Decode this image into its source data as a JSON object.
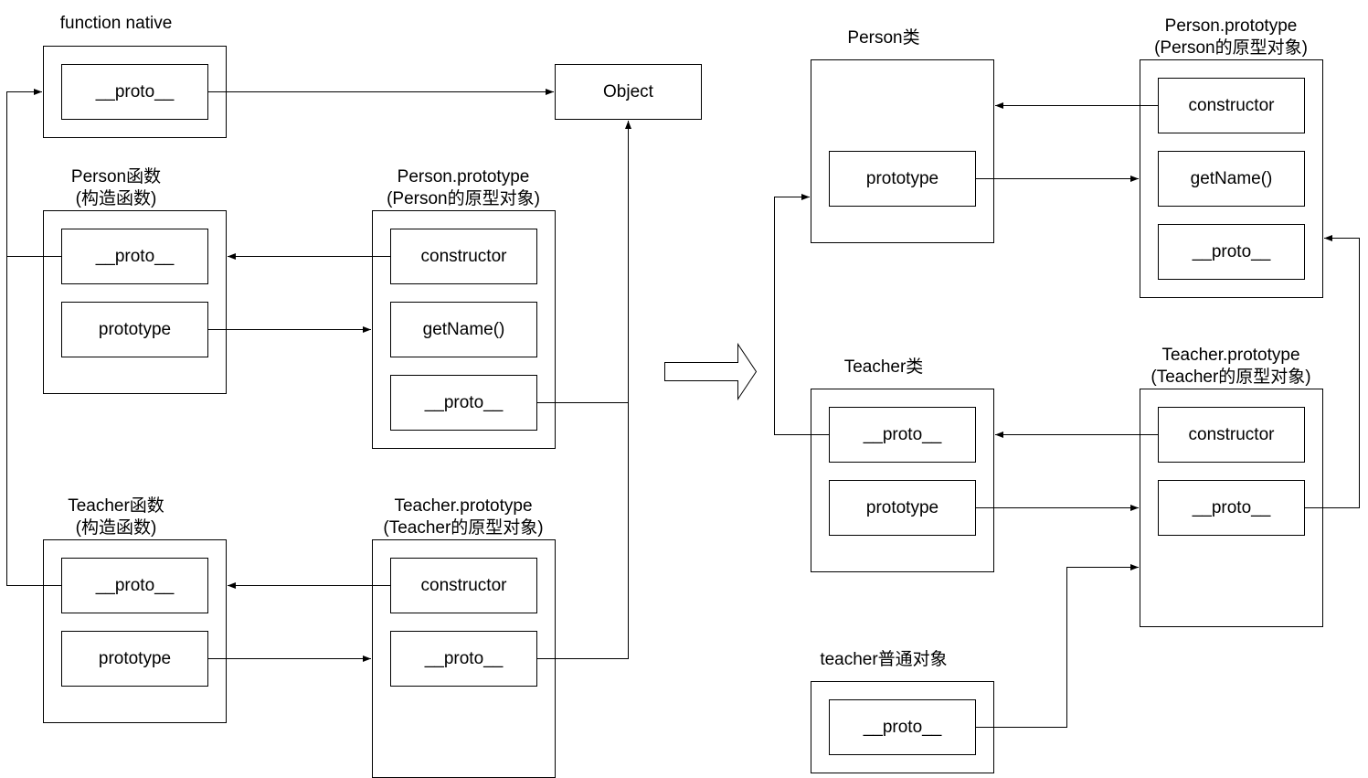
{
  "left": {
    "function_native": {
      "title": "function native",
      "proto": "__proto__"
    },
    "object": {
      "label": "Object"
    },
    "person_fn": {
      "title_line1": "Person函数",
      "title_line2": "(构造函数)",
      "proto": "__proto__",
      "prototype": "prototype"
    },
    "person_proto": {
      "title_line1": "Person.prototype",
      "title_line2": "(Person的原型对象)",
      "constructor": "constructor",
      "getName": "getName()",
      "proto": "__proto__"
    },
    "teacher_fn": {
      "title_line1": "Teacher函数",
      "title_line2": "(构造函数)",
      "proto": "__proto__",
      "prototype": "prototype"
    },
    "teacher_proto": {
      "title_line1": "Teacher.prototype",
      "title_line2": "(Teacher的原型对象)",
      "constructor": "constructor",
      "proto": "__proto__"
    }
  },
  "right": {
    "person_class": {
      "title": "Person类",
      "prototype": "prototype"
    },
    "person_proto": {
      "title_line1": "Person.prototype",
      "title_line2": "(Person的原型对象)",
      "constructor": "constructor",
      "getName": "getName()",
      "proto": "__proto__"
    },
    "teacher_class": {
      "title": "Teacher类",
      "proto": "__proto__",
      "prototype": "prototype"
    },
    "teacher_proto": {
      "title_line1": "Teacher.prototype",
      "title_line2": "(Teacher的原型对象)",
      "constructor": "constructor",
      "proto": "__proto__"
    },
    "teacher_obj": {
      "title": "teacher普通对象",
      "proto": "__proto__"
    }
  },
  "colors": {
    "stroke": "#000000",
    "background": "#ffffff"
  }
}
